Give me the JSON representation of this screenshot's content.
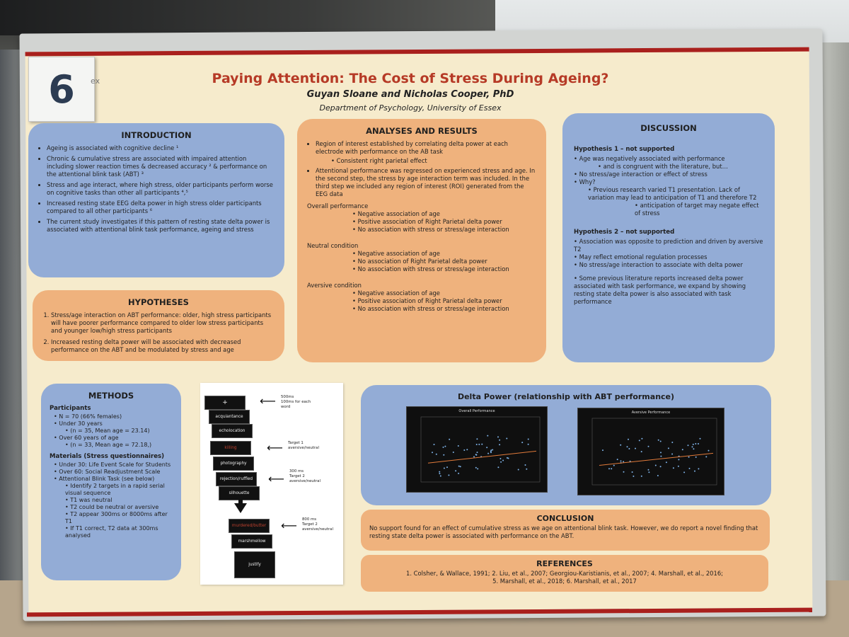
{
  "poster": {
    "number": "6",
    "logo_fragment": "ex",
    "title": "Paying Attention: The Cost of Stress During Ageing?",
    "authors": "Guyan Sloane and Nicholas Cooper, PhD",
    "department": "Department of Psychology, University of Essex"
  },
  "introduction": {
    "heading": "INTRODUCTION",
    "items": [
      "Ageing is associated with cognitive decline ¹",
      "Chronic & cumulative stress are associated with impaired attention including slower reaction times & decreased accuracy ² & performance on the attentional blink task (ABT) ³",
      "Stress and age interact, where high stress, older participants perform worse on cognitive tasks than other all participants ⁴,⁵",
      "Increased resting state EEG delta power in high stress older participants compared to all other participants ⁶",
      "The current study investigates if this pattern of resting state delta power is associated with attentional blink task performance, ageing and stress"
    ]
  },
  "hypotheses": {
    "heading": "HYPOTHESES",
    "items": [
      "Stress/age interaction on ABT performance: older, high stress participants will have poorer performance compared to older low stress participants and younger low/high stress participants",
      "Increased resting delta power will be associated with decreased performance on the ABT and be modulated by stress and age"
    ]
  },
  "analyses": {
    "heading": "ANALYSES AND RESULTS",
    "p1": "Region of interest established by correlating delta power at each electrode with performance on the AB task",
    "p1_sub": "Consistent right parietal effect",
    "p2": "Attentional performance was regressed on experienced stress and age. In the second step, the stress by age interaction term was included. In the third step we included any region of interest (ROI) generated from the EEG data",
    "overall": {
      "label": "Overall performance",
      "items": [
        "Negative association of age",
        "Positive association of Right Parietal delta power",
        "No association with stress or stress/age interaction"
      ]
    },
    "neutral": {
      "label": "Neutral condition",
      "items": [
        "Negative association of age",
        "No association of Right Parietal delta power",
        "No association with stress or stress/age interaction"
      ]
    },
    "aversive": {
      "label": "Aversive condition",
      "items": [
        "Negative association of age",
        "Positive association of Right Parietal delta power",
        "No association with stress or stress/age interaction"
      ]
    }
  },
  "discussion": {
    "heading": "DISCUSSION",
    "h1": "Hypothesis 1 – not supported",
    "h1_a": "Age was negatively associated with performance",
    "h1_a_sub": "and is congruent with the literature, but…",
    "h1_b": "No stress/age interaction or effect of stress",
    "h1_c": "Why?",
    "h1_c_sub": "Previous research varied T1 presentation. Lack of variation may lead to anticipation of T1 and therefore T2",
    "h1_c_sub2": "anticipation of target may negate effect of stress",
    "h2": "Hypothesis 2 – not supported",
    "h2_items": [
      "Association was opposite to prediction and driven by aversive T2",
      "May reflect emotional regulation processes",
      "No stress/age interaction to associate with delta power"
    ],
    "h2_extra": "Some previous literature reports increased delta power associated with task performance, we expand by showing resting state delta power is also associated with task performance"
  },
  "methods": {
    "heading": "METHODS",
    "participants_label": "Participants",
    "n": "N = 70 (66% females)",
    "under30": "Under 30 years",
    "under30_sub": "(n = 35, Mean age = 23.14)",
    "over60": "Over 60 years of age",
    "over60_sub": "(n = 33, Mean age = 72.18,)",
    "materials_label": "Materials  (Stress questionnaires)",
    "materials": [
      "Under 30: Life Event Scale for Students",
      "Over 60: Social Readjustment Scale",
      "Attentional Blink Task (see below)"
    ],
    "task": [
      "Identify 2 targets in a rapid serial visual sequence",
      "T1 was neutral",
      "T2 could be neutral or aversive",
      "T2 appear 300ms or 8000ms after T1",
      "If T1 correct, T2 data at 300ms analysed"
    ]
  },
  "ab_figure": {
    "fixation": "+",
    "words": [
      "acquiantance",
      "echolocation",
      "killing",
      "photography",
      "rejection/ruffled",
      "silhouette",
      "murdered/butter",
      "marshmellow",
      "justify"
    ],
    "ann1": "500ms\n100ms for each\nword",
    "ann2": "Target 1\naversive/neutral",
    "ann3": "300 ms\nTarget 2\naversive/neutral",
    "ann4": "800 ms\nTarget 2\naversive/neutral"
  },
  "delta": {
    "heading": "Delta Power (relationship with ABT performance)",
    "chart1_title": "Overall Performance",
    "chart2_title": "Aversive Performance"
  },
  "conclusion": {
    "heading": "CONCLUSION",
    "text": "No support found for an effect of cumulative stress as we age on attentional blink task.  However,  we do report a novel finding that resting state delta power is associated with performance on the ABT."
  },
  "references": {
    "heading": "REFERENCES",
    "line1": "1. Colsher, & Wallace, 1991; 2. Liu, et al., 2007; Georgiou-Karistianis, et al., 2007; 4. Marshall, et al., 2016;",
    "line2": "5. Marshall, et al., 2018; 6. Marshall, et al., 2017"
  },
  "colors": {
    "title_red": "#b63a26",
    "panel_blue": "#93acd6",
    "panel_orange": "#efb27d",
    "poster_bg": "#f6ebcc"
  }
}
